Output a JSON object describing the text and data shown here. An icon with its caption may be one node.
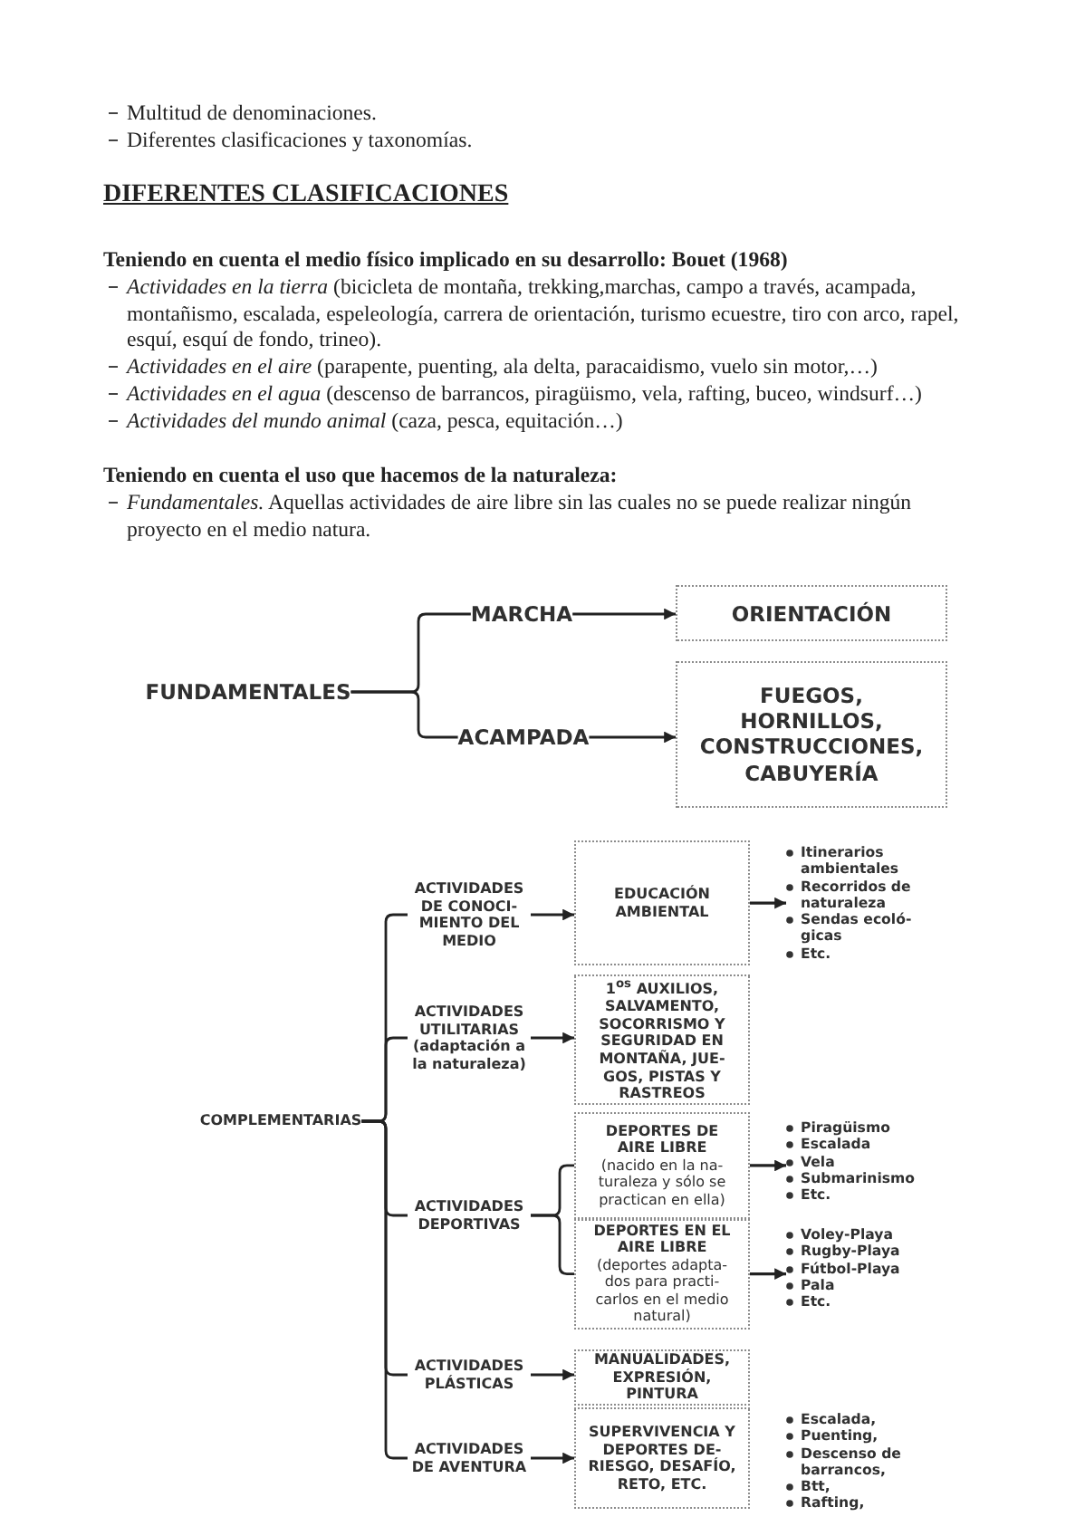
{
  "diagram": {
    "title": "DIFERENTES CLASIFICACIONES",
    "nodes": [
      {
        "text": [
          "FUNDAMENTALES"
        ]
      },
      {
        "text": [
          "MARCHA"
        ]
      },
      {
        "text": [
          "ACAMPADA"
        ]
      },
      {
        "text": [
          "ORIENTACIÓN"
        ]
      },
      {
        "text": [
          "FUEGOS, HORNILLOS, CONSTRUCCIONES, CABUYERÍA"
        ]
      },
      {
        "text": [
          "COMPLEMENTARIAS"
        ]
      },
      {
        "text": [
          "ACTIVIDADES DE CONOCI- MIENTO DEL MEDIO"
        ]
      },
      {
        "text": [
          "EDUCACIÓN AMBIENTAL"
        ]
      },
      {
        "text": [
          "Itinerarios ambientales",
          "Recorridos de naturaleza",
          "Sendas ecoló- gicas",
          "Etc."
        ]
      },
      {
        "text": [
          "ACTIVIDADES UTILITARIAS (adaptación a la naturaleza)"
        ]
      },
      {
        "text": [
          "1$^{os}$ AUXILIOS, SALVAMENTO, SOCORRISMO Y SEGURIDAD EN MONTAÑA, JUE- GOS, PISTAS Y RASTREOS"
        ]
      },
      {
        "text": [
          "ACTIVIDADES DEPORTIVAS"
        ]
      },
      {
        "text": [
          "DEPORTES DE AIRE LIBRE",
          "(nacido en la na- turaleza y sólo se practican en ella)"
        ]
      },
      {
        "text": [
          "Piragüismo",
          "Escalada",
          "Vela",
          "Submarinismo",
          "Etc."
        ]
      },
      {
        "text": [
          "DEPORTES EN EL AIRE LIBRE",
          "(deportes adapta- dos para practi- carlos en el medio natural)"
        ]
      },
      {
        "text": [
          "Voley-Playa",
          "Rugby-Playa",
          "Fútbol-Playa",
          "Pala",
          "Etc."
        ]
      },
      {
        "text": [
          "ACTIVIDADES PLÁSTICAS"
        ]
      },
      {
        "text": [
          "MANUALIDADES, EXPRESIÓN, PINTURA"
        ]
      },
      {
        "text": [
          "ACTIVIDADES DE AVENTURA"
        ]
      },
      {
        "text": [
          "SUPERVIVENCIA Y DEPORTES DE- RIESGO, DESAFÍO, RETO, ETC."
        ],
        "beside": [
          "Escalada,",
          "Puenting,",
          "Descenso de barrancos,",
          "Btt,",
          "Rafting,"
        ]
      }
    ],
    "edges": [
      {
        "from": 0,
        "to": 1,
        "arrow": "none"
      },
      {
        "from": 0,
        "to": 2,
        "arrow": "none"
      },
      {
        "from": 1,
        "to": 3,
        "arrow": "to"
      },
      {
        "from": 2,
        "to": 4,
        "arrow": "to"
      },
      {
        "from": 5,
        "to": 6,
        "arrow": "none"
      },
      {
        "from": 5,
        "to": 9,
        "arrow": "none"
      },
      {
        "from": 5,
        "to": 11,
        "arrow": "none"
      },
      {
        "from": 5,
        "to": 16,
        "arrow": "none"
      },
      {
        "from": 5,
        "to": 18,
        "arrow": "none"
      },
      {
        "from": 6,
        "to": 7,
        "arrow": "to"
      },
      {
        "from": 7,
        "to": 8,
        "arrow": "to"
      },
      {
        "from": 9,
        "to": 10,
        "arrow": "to"
      },
      {
        "from": 11,
        "to": 12,
        "arrow": "none"
      },
      {
        "from": 11,
        "to": 14,
        "arrow": "none"
      },
      {
        "from": 12,
        "to": 13,
        "arrow": "to"
      },
      {
        "from": 14,
        "to": 15,
        "arrow": "to"
      },
      {
        "from": 16,
        "to": 17,
        "arrow": "to"
      },
      {
        "from": 18,
        "to": 19,
        "arrow": "to"
      }
    ],
    "labels": [
      "Multitud de denominaciones.",
      "Diferentes clasificaciones y taxonomías.",
      "Teniendo en cuenta el medio físico implicado en su desarrollo: Bouet (1968)",
      "*Actividades en la tierra* (bicicleta de montaña, trekking,marchas, campo a través, acampada, montañismo, escalada, espeleología, carrera de orientación, turismo ecuestre, tiro con arco, rapel, esquí, esquí de fondo, trineo).",
      "*Actividades en el aire* (parapente, puenting, ala delta, paracaidismo, vuelo sin motor,…)",
      "*Actividades en el agua* (descenso de barrancos, piragüismo, vela, rafting, buceo, windsurf…)",
      "*Actividades del mundo animal* (caza, pesca, equitación…)",
      "Teniendo en cuenta el uso que hacemos de la naturaleza:",
      "*Fundamentales.* Aquellas actividades de aire libre sin las cuales no se puede realizar ningún proyecto en el medio natura."
    ]
  }
}
